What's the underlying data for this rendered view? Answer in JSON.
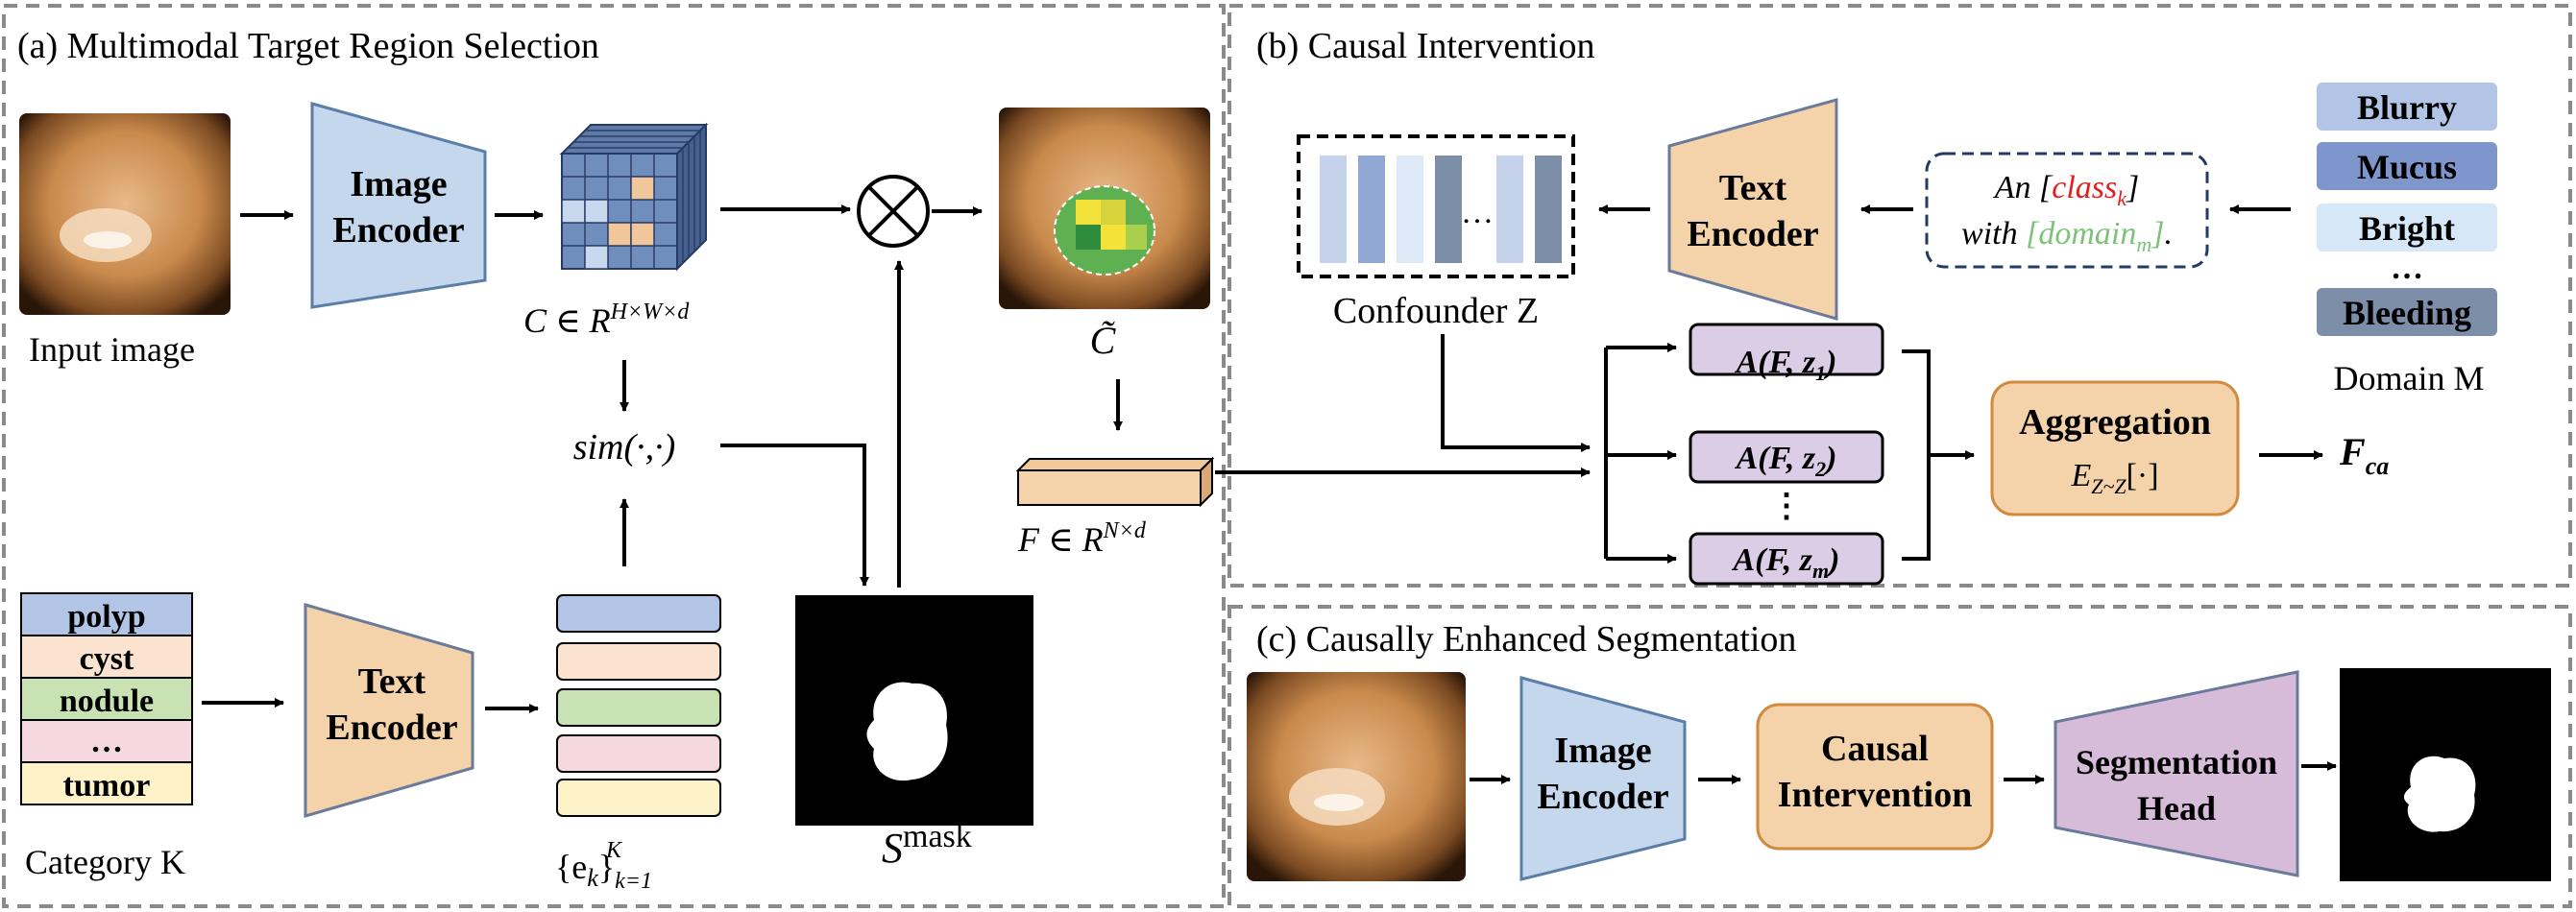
{
  "panels": {
    "a_title": "(a) Multimodal Target Region Selection",
    "b_title": "(b) Causal Intervention",
    "c_title": "(c) Causally Enhanced Segmentation"
  },
  "panel_a": {
    "input_image_label": "Input image",
    "image_encoder": [
      "Image",
      "Encoder"
    ],
    "feature_label": "C ∈ R",
    "feature_sup": "H×W×d",
    "sim_label": "sim(·,·)",
    "c_tilde_label": "C̃",
    "f_label": "F ∈ R",
    "f_sup": "N×d",
    "categories": [
      "polyp",
      "cyst",
      "nodule",
      "…",
      "tumor"
    ],
    "category_label": "Category K",
    "text_encoder": [
      "Text",
      "Encoder"
    ],
    "ek_label": "{e",
    "ek_sub": "k",
    "ek_close": "}",
    "ek_sub2": "k=1",
    "ek_sup": "K",
    "mask_label": "S",
    "mask_sup": "mask"
  },
  "panel_b": {
    "confounder_label": "Confounder Z",
    "confounder_dots": "…",
    "text_encoder": [
      "Text",
      "Encoder"
    ],
    "prompt_line1_a": "An [",
    "prompt_line1_b": "class",
    "prompt_line1_sub": "k",
    "prompt_line1_c": "]",
    "prompt_line2_a": "with ",
    "prompt_line2_b": "[domain",
    "prompt_line2_sub": "m",
    "prompt_line2_c": "]",
    "prompt_line2_d": ".",
    "domains": [
      "Blurry",
      "Mucus",
      "Bright",
      "…",
      "Bleeding"
    ],
    "domain_label": "Domain M",
    "a_boxes": [
      {
        "pre": "A(F, z",
        "sub": "1",
        "post": ")"
      },
      {
        "pre": "A(F, z",
        "sub": "2",
        "post": ")"
      },
      {
        "pre": "A(F, z",
        "sub": "m",
        "post": ")"
      }
    ],
    "a_dots": "⋮",
    "aggregation": "Aggregation",
    "aggregation_expr": "E",
    "aggregation_sub": "Z~Z",
    "aggregation_tail": "[·]",
    "output": "F",
    "output_sub": "ca"
  },
  "panel_c": {
    "image_encoder": [
      "Image",
      "Encoder"
    ],
    "causal": [
      "Causal",
      "Intervention"
    ],
    "seg_head": [
      "Segmentation",
      "Head"
    ]
  },
  "colors": {
    "encoder_blue": "#c5d7ec",
    "encoder_orange": "#f5d3aa",
    "seg_purple": "#d7bcd9",
    "a_box": "#dccde6",
    "red": "#e02020",
    "green": "#7ec27a"
  }
}
